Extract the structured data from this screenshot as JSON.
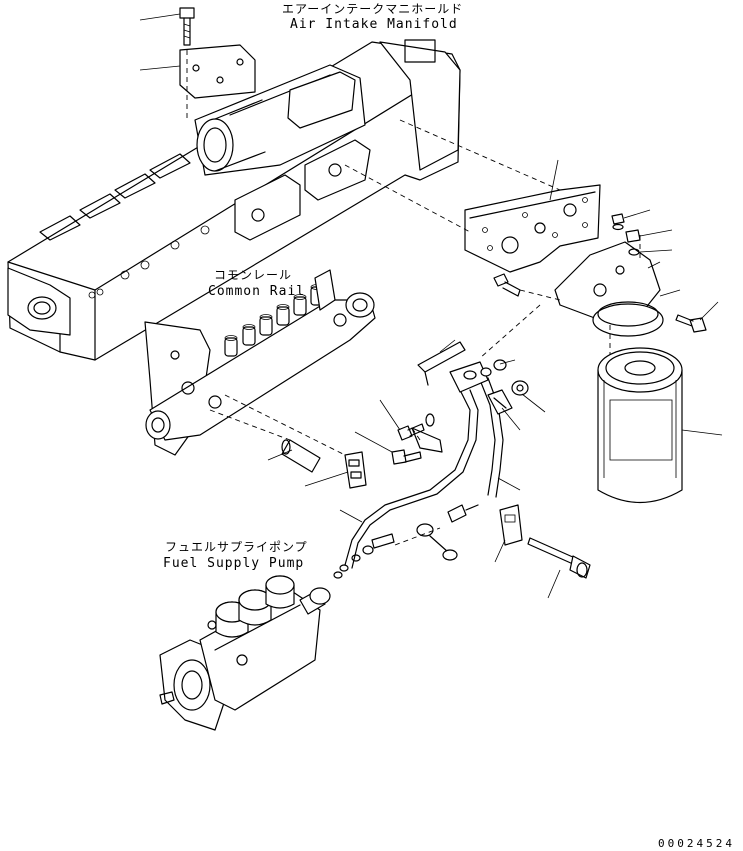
{
  "labels": {
    "air_intake_manifold": {
      "ja": "エアーインテークマニホールド",
      "en": "Air Intake Manifold"
    },
    "common_rail": {
      "ja": "コモンレール",
      "en": "Common Rail"
    },
    "fuel_supply_pump": {
      "ja": "フュエルサプライポンプ",
      "en": "Fuel Supply Pump"
    }
  },
  "part_number": "00024524"
}
